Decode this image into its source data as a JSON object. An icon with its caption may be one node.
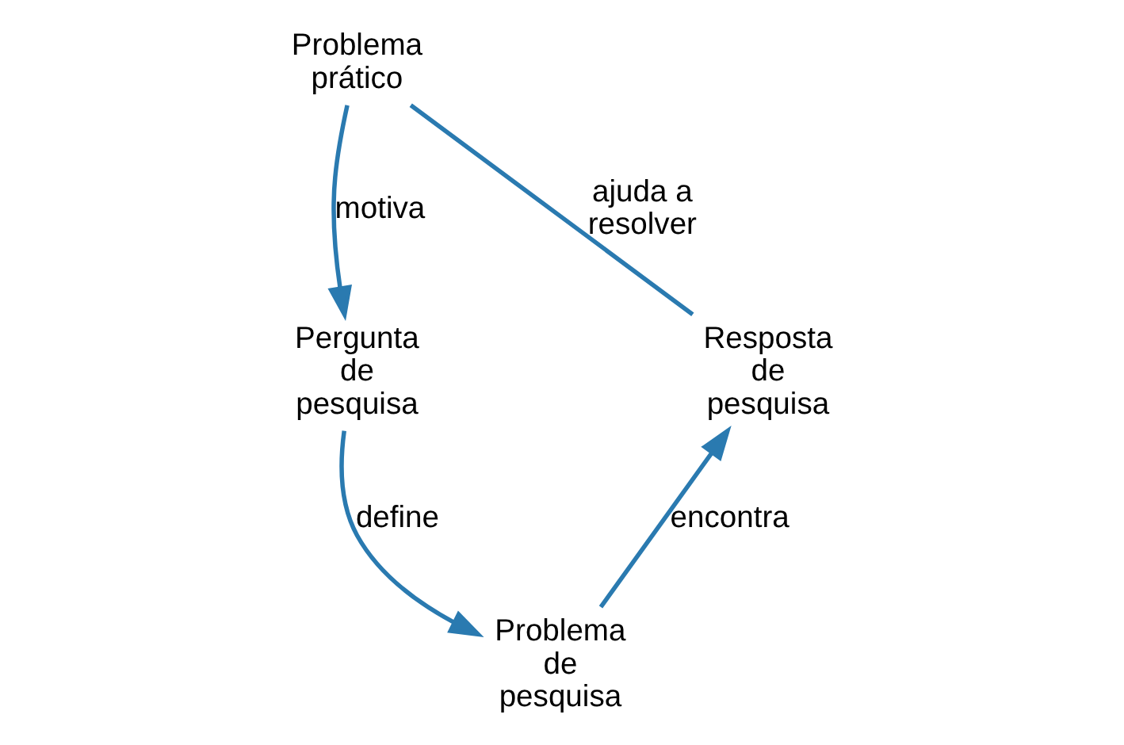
{
  "diagram": {
    "nodes": [
      {
        "text": [
          "Problema prático"
        ]
      },
      {
        "text": [
          "Pergunta de pesquisa"
        ]
      },
      {
        "text": [
          "Problema de pesquisa"
        ]
      },
      {
        "text": [
          "Resposta de pesquisa"
        ]
      }
    ],
    "edges": [
      {
        "from": 0,
        "to": 1,
        "arrow": "to",
        "label": "motiva"
      },
      {
        "from": 1,
        "to": 2,
        "arrow": "to",
        "label": "define"
      },
      {
        "from": 2,
        "to": 3,
        "arrow": "to",
        "label": "encontra"
      },
      {
        "from": 3,
        "to": 0,
        "arrow": "none",
        "label": "ajuda a resolver"
      }
    ]
  }
}
